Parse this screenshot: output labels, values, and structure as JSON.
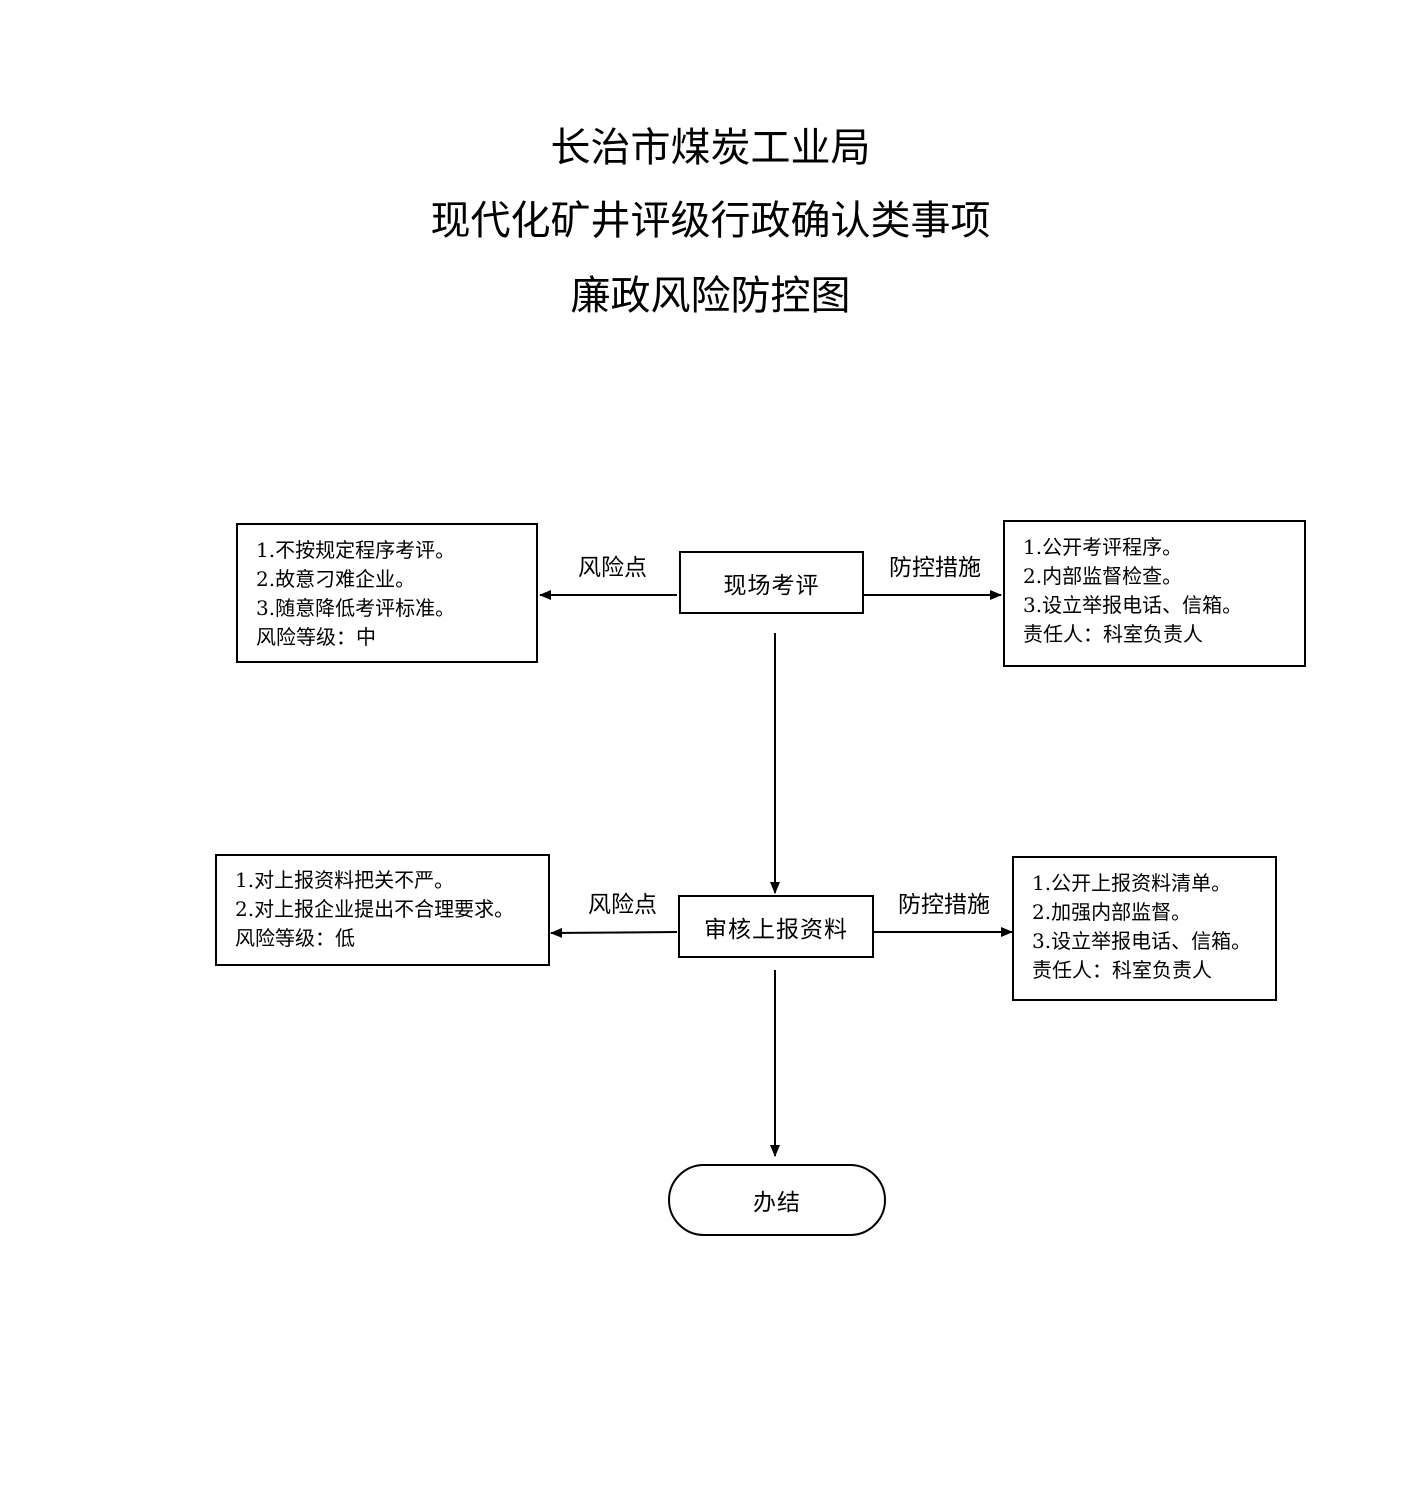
{
  "title": {
    "line1": "长治市煤炭工业局",
    "line2": "现代化矿井评级行政确认类事项",
    "line3": "廉政风险防控图"
  },
  "steps": [
    {
      "name": "现场考评",
      "risk_label": "风险点",
      "control_label": "防控措施",
      "risks": [
        "1.不按规定程序考评。",
        "2.故意刁难企业。",
        "3.随意降低考评标准。",
        "风险等级：中"
      ],
      "controls": [
        "1.公开考评程序。",
        "2.内部监督检查。",
        "3.设立举报电话、信箱。",
        "责任人：科室负责人"
      ]
    },
    {
      "name": "审核上报资料",
      "risk_label": "风险点",
      "control_label": "防控措施",
      "risks": [
        "1.对上报资料把关不严。",
        "2.对上报企业提出不合理要求。",
        "风险等级：低"
      ],
      "controls": [
        "1.公开上报资料清单。",
        "2.加强内部监督。",
        "3.设立举报电话、信箱。",
        "责任人：科室负责人"
      ]
    }
  ],
  "end": "办结"
}
